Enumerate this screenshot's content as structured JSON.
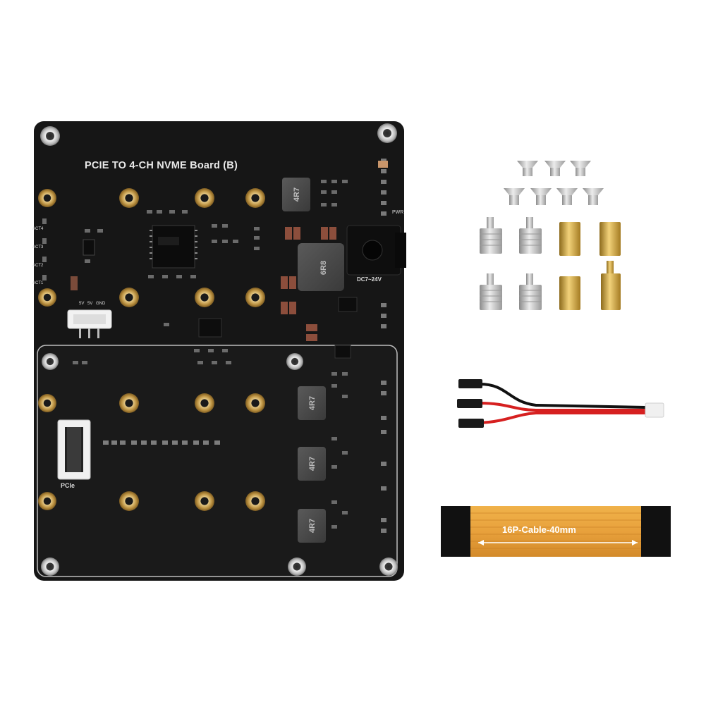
{
  "board": {
    "title": "PCIE TO 4-CH NVME Board (B)",
    "inductor_main": "6R8",
    "inductor_small": "4R7",
    "power_label": "DC7~24V",
    "pwr_led_label": "PWR",
    "pcie_label": "PCIe",
    "act_labels": [
      "ACT4",
      "ACT3",
      "ACT2",
      "ACT1"
    ],
    "fan_header_labels": [
      "5V",
      "5V",
      "GND"
    ]
  },
  "accessories": {
    "cable_label": "16P-Cable-40mm"
  },
  "colors": {
    "pcb": "#161616",
    "gold": "#c8a45a",
    "brass": "#c9a440",
    "steel": "#c9c9c9",
    "cable_orange": "#e8a13c",
    "wire_red": "#d62020"
  }
}
